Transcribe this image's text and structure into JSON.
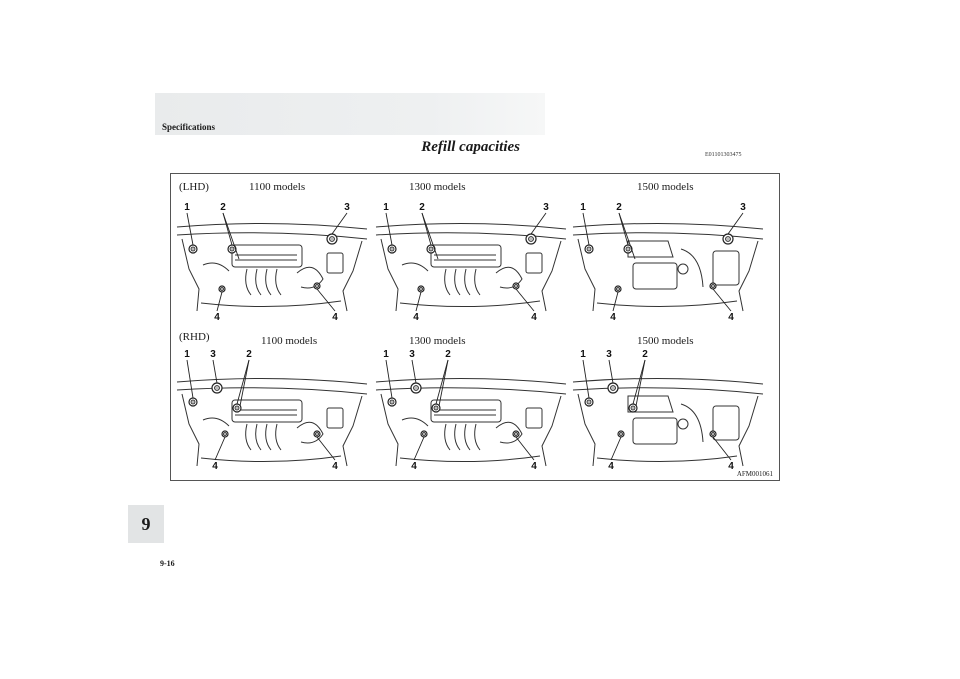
{
  "header": {
    "section": "Specifications",
    "title": "Refill capacities",
    "code": "E01101303475"
  },
  "figure": {
    "rows": [
      {
        "label": "(LHD)",
        "models": [
          "1100 models",
          "1300 models",
          "1500 models"
        ]
      },
      {
        "label": "(RHD)",
        "models": [
          "1100 models",
          "1300 models",
          "1500 models"
        ]
      }
    ],
    "callouts": [
      "1",
      "2",
      "3",
      "4"
    ],
    "figure_code": "AFM001061"
  },
  "chapter_tab": "9",
  "page_number": "9-16"
}
